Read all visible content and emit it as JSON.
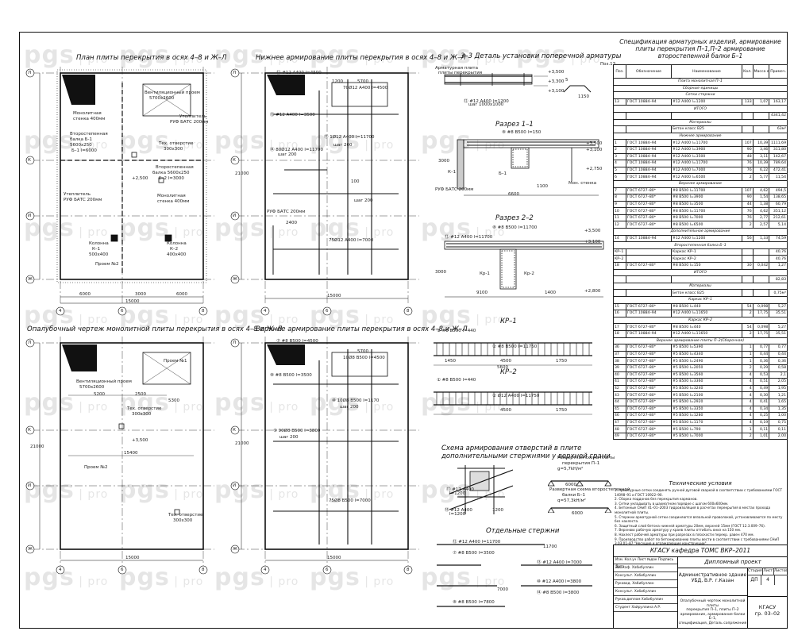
{
  "watermark": {
    "brand": "pgs",
    "suffix": "pro"
  },
  "drawings": {
    "plan_slab": {
      "title": "План плиты перекрытия в осях 4–8 и Ж–Л",
      "axes_rows": [
        "Л",
        "К",
        "И",
        "Ж"
      ],
      "axes_cols": [
        "4",
        "6",
        "8"
      ],
      "notes": {
        "vent": "Вентиляционный проем",
        "vent_size": "5700х2600",
        "mono": "Монолитная",
        "mono2": "стенка 400мм",
        "utep": "Утеплитель",
        "utep2": "РУФ БАТС 200мм",
        "beam": "Второстепенная",
        "beam2": "балка Б-1",
        "beam3": "5600х250",
        "beam_pos": "Б–1 l=6000",
        "hole": "Тех. отверстие",
        "hole_size": "300х300",
        "beam_b": "Второстепенная",
        "beam_b2": "балка 5600х250",
        "beam_b3": "Б–2 l=3000",
        "lvl": "+2,500",
        "utep_b": "Утеплитель",
        "utep_b2": "РУФ БАТС 200мм",
        "mono_b": "Монолитная",
        "mono_b2": "стенка 400мм",
        "col1": "Колонна",
        "col1b": "К–1",
        "col1c": "500х400",
        "col2": "Колонна",
        "col2b": "К–2",
        "col2c": "400х400",
        "hole2": "Проем №2"
      },
      "dims": {
        "d1": "6000",
        "d2": "3000",
        "d3": "6000",
        "total": "15000"
      }
    },
    "plan_bottom": {
      "title": "Нижнее армирование плиты перекрытия в осях 4–8 и Ж–Л",
      "axes_rows": [
        "Л",
        "К",
        "И",
        "Ж"
      ],
      "axes_cols": [
        "4",
        "6",
        "8"
      ],
      "marks": {
        "m1": "⑫ #12 А400 l=4500",
        "m2": "⑫ #12 А400 l=3500",
        "m3": "⑬ 1Ø12 А400 l=11700",
        "m4": "⑭ 80Ø12 А400 l=11700",
        "m5": "шаг 200",
        "m6": "шаг 200",
        "m7": "шаг 200",
        "m8": "70Ø12 А400 l=4500",
        "m9": "75Ø12 А400 l=7000",
        "m10": "1200",
        "m11": "5700",
        "m12": "21000",
        "m13": "15000",
        "m14": "РУФ БАТС 200мм",
        "m15": "2400",
        "m16": "100"
      }
    },
    "section_33": {
      "title": "3–3   Деталь установки поперечной арматуры",
      "marks": {
        "a": "Арматурная плита",
        "b": "плиты перекрытия",
        "c": "+3,500",
        "d": "+3,100",
        "e": "⑫ #12 А400 l=1200",
        "f": "шаг 1000х1000",
        "g": "Поз.13",
        "h": "+3,300",
        "i": "1150",
        "j": "5"
      }
    },
    "section_11": {
      "title": "Разрез 1–1",
      "marks": {
        "a": "⑧ #8 В500 l=150",
        "b": "+3,500",
        "c": "+3,100",
        "d": "+2,750",
        "e": "6600",
        "f": "1100",
        "g": "К–1",
        "h": "Б–1",
        "i": "РУФ БАТС 200мм",
        "j": "3000",
        "k": "Мон. стенка"
      }
    },
    "section_22": {
      "title": "Разрез 2–2",
      "marks": {
        "a": "⑧ #8 В500 l=11700",
        "b": "⑫ #12 А400 l=11700",
        "c": "+3,500",
        "d": "+3,100",
        "e": "+2,800",
        "f": "9100",
        "g": "1400",
        "h": "3000",
        "i": "Кр-1",
        "j": "Кр-2"
      }
    },
    "form_plan": {
      "title": "Опалубочный чертеж монолитной плиты перекрытия в осях 4–8 и Ж–Л",
      "axes_rows": [
        "Л",
        "К",
        "И",
        "Ж"
      ],
      "axes_cols": [
        "4",
        "6",
        "8"
      ],
      "notes": {
        "vent": "Вентиляционный проем",
        "vent_size": "5700х2600",
        "hole": "Тех. отверстие",
        "hole_size": "300х300",
        "proem": "Проем №1",
        "proem2": "Проем №2",
        "lvl": "+3,500",
        "hole2": "Тех. отверстие",
        "hole2_size": "300х300",
        "d_total": "15000",
        "d_left": "21000",
        "d1": "5200",
        "d2": "2500",
        "d3": "5300",
        "d4": "15400"
      }
    },
    "plan_top": {
      "title": "Верхнее армирование плиты перекрытия в осях 4–8 и Ж–Л",
      "axes_rows": [
        "Л",
        "К",
        "И",
        "Ж"
      ],
      "axes_cols": [
        "4",
        "6",
        "8"
      ],
      "marks": {
        "m1": "⑦ #8 В500 l=4500",
        "m2": "⑧ #8 В500 l=3500",
        "m3": "⑨ 90Ø8 В500 l=3800",
        "m4": "⑩ 10Ø8 В500 l=1170",
        "m5": "шаг 200",
        "m6": "шаг 200",
        "m7": "10Ø8 В500 l=4500",
        "m8": "75Ø8 В500 l=7000",
        "m9": "21000",
        "m10": "15000",
        "m11": "5700"
      }
    },
    "kr": {
      "title1": "КР–1",
      "title2": "КР–2",
      "marks": {
        "a": "① #8 В500 l=440",
        "b": "② #8 В500 l=11750",
        "c": "② Ø12 А400 l=11750",
        "d": "4500",
        "e": "1450",
        "f": "5600",
        "g": "1750",
        "h": "① #8 В500 l=440",
        "i": "4500",
        "j": "1750"
      }
    },
    "holes_scheme": {
      "title1": "Схема армирования отверстий в плите",
      "title2": "дополнительными стержнями у верхней грани",
      "marks": {
        "a": "⑰ #12 А400",
        "b": "l=1200",
        "c": "⑱ #12 А400",
        "d": "l=1200",
        "e": "1200"
      }
    },
    "layout_scheme": {
      "title1": "Развертная схема плиты",
      "title2": "перекрытия П–1",
      "formula": "g=5,7kH/м²",
      "title3": "Развертная схема второстепенной",
      "title4": "балки Б–1",
      "formula2": "q=57,3kH/м²",
      "d1": "6000",
      "d2": "6000"
    },
    "separate": {
      "title": "Отдельные стержни",
      "r1": "⑫ #12 А400 l=11700",
      "r2": "⑦ #8 В500 l=3500",
      "r3": "⑬ #12 А400 l=7000",
      "r4": "⑧ #8 В500 l=7800",
      "r5": "⑩ #12 А400 l=3800",
      "r6": "⑭ #8 В500 l=3800",
      "d1": "11700",
      "d2": "7000"
    }
  },
  "spec": {
    "title": "Спецификация арматурных изделий, армирование плиты перекрытия П–1,П–2 армирование второстепенной балки Б–1",
    "headers": [
      "Поз.",
      "Обозначение",
      "Наименование",
      "Кол.",
      "Масса ед. кг",
      "Примеч."
    ],
    "rows": [
      {
        "type": "sec",
        "text": "Плита монолитная П–1"
      },
      {
        "type": "sec",
        "text": "Сборные единицы"
      },
      {
        "type": "sec",
        "text": "Сетки стержни"
      },
      {
        "type": "row",
        "c": [
          "13",
          "ГОСТ 10884–94",
          "#12 А400 l=1200",
          "133",
          "1,07",
          "163,17"
        ]
      },
      {
        "type": "sec",
        "text": "ИТОГО"
      },
      {
        "type": "row",
        "c": [
          "",
          "",
          "",
          "",
          "",
          "4341,42"
        ]
      },
      {
        "type": "sec",
        "text": "Материалы"
      },
      {
        "type": "row",
        "c": [
          "",
          "",
          "Бетон класс В25",
          "",
          "",
          "63м³"
        ]
      },
      {
        "type": "sec",
        "text": "Нижнее армирование"
      },
      {
        "type": "row",
        "c": [
          "1",
          "ГОСТ 10884–94",
          "#12 А400 l=11700",
          "107",
          "10,39",
          "1111,69"
        ]
      },
      {
        "type": "row",
        "c": [
          "2",
          "ГОСТ 10884–94",
          "#12 А400 l=3900",
          "90",
          "3,46",
          "311,80"
        ]
      },
      {
        "type": "row",
        "c": [
          "3",
          "ГОСТ 10884–94",
          "#12 А400 l=3500",
          "48",
          "3,11",
          "142,67"
        ]
      },
      {
        "type": "row",
        "c": [
          "4",
          "ГОСТ 10884–94",
          "#12 А400 l=11700",
          "76",
          "10,39",
          "789,64"
        ]
      },
      {
        "type": "row",
        "c": [
          "5",
          "ГОСТ 10884–94",
          "#12 А400 l=7000",
          "76",
          "6,22",
          "472,41"
        ]
      },
      {
        "type": "row",
        "c": [
          "6",
          "ГОСТ 10884–94",
          "#12 А400 l=6500",
          "2",
          "5,77",
          "11,54"
        ]
      },
      {
        "type": "sec",
        "text": "Верхнее армирование"
      },
      {
        "type": "row",
        "c": [
          "7",
          "ГОСТ 6727–80*",
          "#8 В500 l=11700",
          "107",
          "4,62",
          "494,5"
        ]
      },
      {
        "type": "row",
        "c": [
          "8",
          "ГОСТ 6727–80*",
          "#8 В500 l=3900",
          "90",
          "1,54",
          "138,65"
        ]
      },
      {
        "type": "row",
        "c": [
          "9",
          "ГОСТ 6727–80*",
          "#8 В500 l=3500",
          "44",
          "1,38",
          "60,79"
        ]
      },
      {
        "type": "row",
        "c": [
          "10",
          "ГОСТ 6727–80*",
          "#8 В500 l=11700",
          "76",
          "4,62",
          "351,12"
        ]
      },
      {
        "type": "row",
        "c": [
          "11",
          "ГОСТ 6727–80*",
          "#8 В500 l=7000",
          "76",
          "2,77",
          "212,61"
        ]
      },
      {
        "type": "row",
        "c": [
          "12",
          "ГОСТ 6727–80*",
          "#8 В500 l=6500",
          "2",
          "2,57",
          "5,14"
        ]
      },
      {
        "type": "sec",
        "text": "Дополнительное армирование"
      },
      {
        "type": "row",
        "c": [
          "14",
          "ГОСТ 10884–94",
          "#12 А400 l=1200",
          "56",
          "1,33",
          "74,59"
        ]
      },
      {
        "type": "sec",
        "text": "Второстепенная балка Б–1"
      },
      {
        "type": "row",
        "c": [
          "КР–1",
          "",
          "Каркас КР–1",
          "",
          "",
          "40,76"
        ]
      },
      {
        "type": "row",
        "c": [
          "КР–2",
          "",
          "Каркас КР–2",
          "",
          "",
          "40,76"
        ]
      },
      {
        "type": "row",
        "c": [
          "18",
          "ГОСТ 6727–80*",
          "#8 В500 l=150",
          "30",
          "0,042",
          "1,27"
        ]
      },
      {
        "type": "sec",
        "text": "ИТОГО"
      },
      {
        "type": "row",
        "c": [
          "",
          "",
          "",
          "",
          "",
          "82,83"
        ]
      },
      {
        "type": "sec",
        "text": "Материалы"
      },
      {
        "type": "row",
        "c": [
          "",
          "",
          "Бетон класс В25",
          "",
          "",
          "0,75м³"
        ]
      },
      {
        "type": "sec",
        "text": "Каркас КР–1"
      },
      {
        "type": "row",
        "c": [
          "15",
          "ГОСТ 6727–80*",
          "#8 В500 l=440",
          "54",
          "0,098",
          "5,27"
        ]
      },
      {
        "type": "row",
        "c": [
          "16",
          "ГОСТ 10884–94",
          "#12 А400 l=11650",
          "2",
          "17,75",
          "35,51"
        ]
      },
      {
        "type": "sec",
        "text": "Каркас КР–2"
      },
      {
        "type": "row",
        "c": [
          "17",
          "ГОСТ 6727–80*",
          "#8 В500 l=440",
          "54",
          "0,098",
          "5,27"
        ]
      },
      {
        "type": "row",
        "c": [
          "18",
          "ГОСТ 10884–94",
          "#12 А400 l=11650",
          "2",
          "17,75",
          "35,51"
        ]
      },
      {
        "type": "sec",
        "text": "Верхнее армирование плиты П–2(Сборочная)"
      },
      {
        "type": "row",
        "c": [
          "36",
          "ГОСТ 6727–80*",
          "#5 В500 l=5390",
          "1",
          "0,77",
          "0,77"
        ]
      },
      {
        "type": "row",
        "c": [
          "37",
          "ГОСТ 6727–80*",
          "#5 В500 l=4340",
          "1",
          "0,44",
          "0,44"
        ]
      },
      {
        "type": "row",
        "c": [
          "38",
          "ГОСТ 6727–80*",
          "#5 В500 l=2490",
          "1",
          "0,36",
          "0,36"
        ]
      },
      {
        "type": "row",
        "c": [
          "39",
          "ГОСТ 6727–80*",
          "#5 В500 l=2050",
          "2",
          "0,29",
          "0,58"
        ]
      },
      {
        "type": "row",
        "c": [
          "40",
          "ГОСТ 6727–80*",
          "#5 В500 l=3560",
          "4",
          "0,53",
          "2,1"
        ]
      },
      {
        "type": "row",
        "c": [
          "41",
          "ГОСТ 6727–80*",
          "#5 В500 l=3360",
          "4",
          "0,51",
          "2,05"
        ]
      },
      {
        "type": "row",
        "c": [
          "42",
          "ГОСТ 6727–80*",
          "#5 В500 l=3240",
          "4",
          "0,49",
          "1,95"
        ]
      },
      {
        "type": "row",
        "c": [
          "43",
          "ГОСТ 6727–80*",
          "#5 В500 l=2100",
          "4",
          "0,30",
          "1,21"
        ]
      },
      {
        "type": "row",
        "c": [
          "44",
          "ГОСТ 6727–80*",
          "#5 В500 l=2920",
          "4",
          "0,41",
          "1,65"
        ]
      },
      {
        "type": "row",
        "c": [
          "45",
          "ГОСТ 6727–80*",
          "#5 В500 l=3350",
          "4",
          "0,34",
          "1,35"
        ]
      },
      {
        "type": "row",
        "c": [
          "46",
          "ГОСТ 6727–80*",
          "#5 В500 l=1280",
          "4",
          "0,25",
          "1,00"
        ]
      },
      {
        "type": "row",
        "c": [
          "47",
          "ГОСТ 6727–80*",
          "#5 В500 l=1170",
          "4",
          "0,19",
          "0,75"
        ]
      },
      {
        "type": "row",
        "c": [
          "48",
          "ГОСТ 6727–80*",
          "#5 В500 l=790",
          "1",
          "0,11",
          "0,11"
        ]
      },
      {
        "type": "row",
        "c": [
          "49",
          "ГОСТ 6727–80*",
          "#5 В500 l=7000",
          "2",
          "1,01",
          "2,00"
        ]
      }
    ]
  },
  "tech": {
    "title": "Технические условия",
    "items": [
      "1. Арматурные сетки соединять ручной дуговой сваркой в соответствии с требованиями ГОСТ 14098–91 и ГОСТ 10922–90.",
      "2. Сборка поддонов без перекрытия карманов.",
      "3. Сетки укладывать в шахматном порядке с шагом 600х600мм.",
      "4. Бетонные СНиП 41–01–2003 гидроизоляция в расчетах перекрытия в местах прохода монолитной плиты.",
      "5. Стержни арматурной сетки соединяются вязальной проволокой, устанавливаются по месту без нахлеста.",
      "6. Защитный слой бетона нижней арматуры 20мм, верхней 15мм (ГОСТ 12.3.009–76).",
      "7. Верхнюю рабочую арматуру у краев плиты отгибать вниз на 150 мм.",
      "8. Нахлест рабочей арматуры при разрезах в плоскости перекр. равен 470 мм.",
      "9. Производство работ по бетонированию плиты вести в соответствии с требованиями СНиП 3.03.01–87 \"Несущие и ограждающие конструкции\"."
    ]
  },
  "stamp": {
    "top": "КГАСУ кафедра ТОМС ВКР–2011",
    "diploma": "Дипломный проект",
    "object1": "Административное здание",
    "object2": "УБД, В.Р. г.Казан",
    "stage_label": "Стадия",
    "sheet_label": "Лист",
    "sheets_label": "Листов",
    "stage": "ДП",
    "sheet": "4",
    "desc1": "Опалубочный чертеж монолитной плиты",
    "desc2": "перекрытия П–1, плиты П–2",
    "desc3": "армирование, армирование балки Б–1,",
    "desc4": "спецификация, Деталь сопряжения",
    "org1": "КГАСУ",
    "org2": "гр. 03–02",
    "roles": [
      "Изм. Кол.уч Лист №док Подпись Дата",
      "Зав.каф. Хабибуллин",
      "Консульт. Хабибуллин",
      "Руковод. Хабибуллин",
      "Консульт. Хабибуллин",
      "Руков.диплом Хабибуллин",
      "Студент Хайруллина А.Р."
    ]
  }
}
